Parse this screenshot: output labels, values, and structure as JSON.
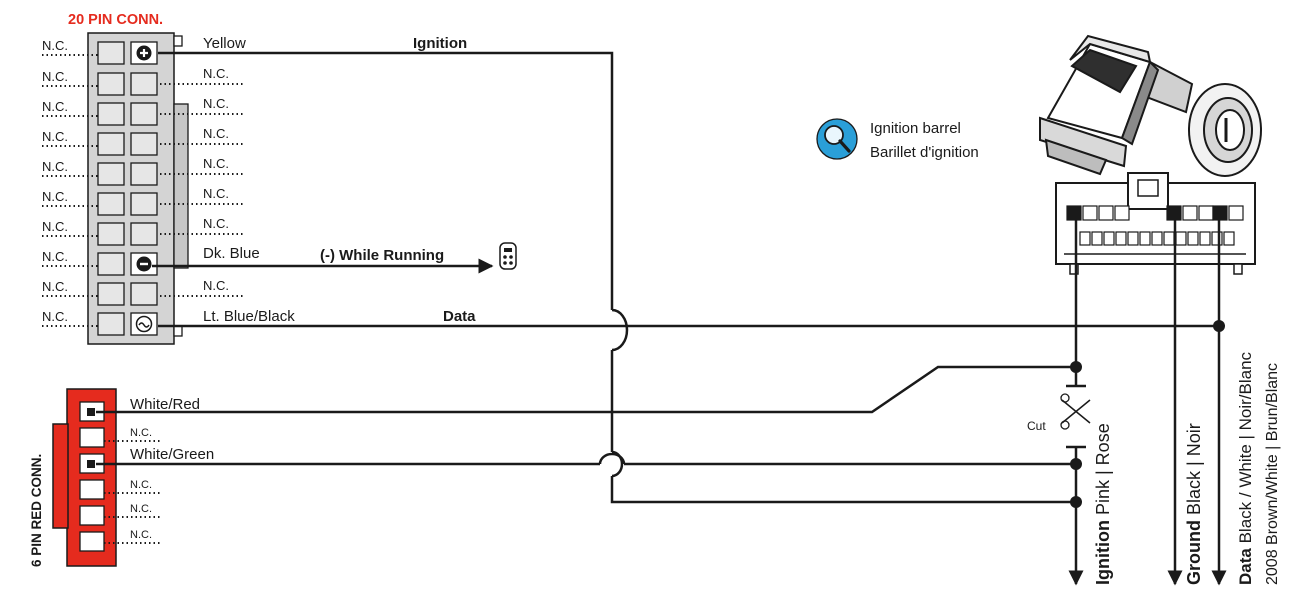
{
  "title_20pin": "20 PIN CONN.",
  "title_6pin": "6 PIN RED CONN.",
  "nc": "N.C.",
  "colors": {
    "red": "#e52b1e",
    "wire": "#1a1a1a",
    "connector_grey": "#d4d4d4",
    "icon_blue": "#2a9fd8"
  },
  "pin20_wires": {
    "yellow": "Yellow",
    "ignition_func": "Ignition",
    "dk_blue": "Dk. Blue",
    "while_running": "(-) While Running",
    "lt_blue_black": "Lt. Blue/Black",
    "data_func": "Data"
  },
  "pin6_wires": {
    "white_red": "White/Red",
    "white_green": "White/Green"
  },
  "ignition_barrel": {
    "line1": "Ignition barrel",
    "line2": "Barillet d'ignition"
  },
  "cut_label": "Cut",
  "vehicle_wires": {
    "ignition": {
      "func": "Ignition",
      "color": " Pink | Rose"
    },
    "ground": {
      "func": "Ground",
      "color": " Black | Noir"
    },
    "data": {
      "func": "Data",
      "color": " Black / White | Noir/Blanc",
      "line2": "2008 Brown/White | Brun/Blanc"
    }
  }
}
